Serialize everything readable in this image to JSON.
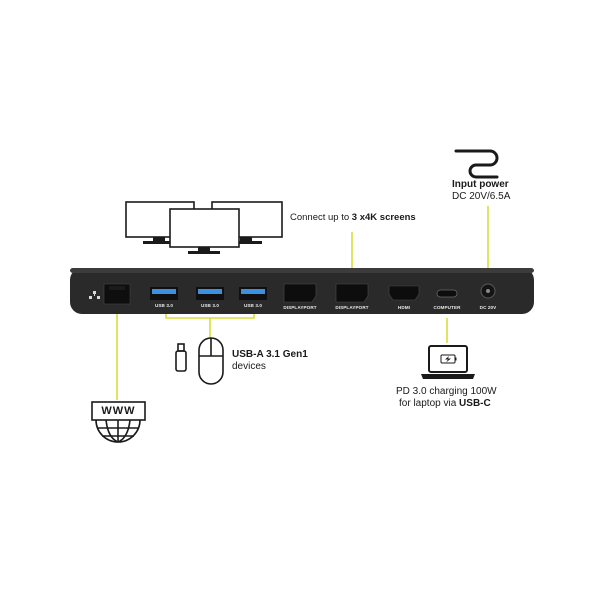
{
  "colors": {
    "accent": "#d9dd3a",
    "dock_body": "#2b2b2b",
    "usb_blue": "#3d8fe0",
    "port_black": "#0d0d0d"
  },
  "dock": {
    "ports": [
      {
        "name": "ethernet",
        "label": ""
      },
      {
        "name": "usb-a-1",
        "label": "USB 3.0"
      },
      {
        "name": "usb-a-2",
        "label": "USB 3.0"
      },
      {
        "name": "usb-a-3",
        "label": "USB 3.0"
      },
      {
        "name": "displayport-1",
        "label": "DISPLAYPORT"
      },
      {
        "name": "displayport-2",
        "label": "DISPLAYPORT"
      },
      {
        "name": "hdmi",
        "label": "HDMI"
      },
      {
        "name": "usb-c",
        "label": "COMPUTER"
      },
      {
        "name": "dc-in",
        "label": "DC 20V"
      }
    ]
  },
  "callouts": {
    "screens": {
      "prefix": "Connect up to ",
      "bold": "3 x4K screens"
    },
    "power": {
      "title": "Input power",
      "detail": "DC 20V/6.5A"
    },
    "usb": {
      "bold": "USB-A 3.1 Gen1",
      "detail": "devices"
    },
    "charging": {
      "line1": "PD 3.0 charging 100W",
      "line2_prefix": "for laptop via ",
      "line2_bold": "USB-C"
    },
    "internet": {
      "badge": "WWW"
    }
  },
  "icons": [
    "monitor-icon",
    "power-cable-icon",
    "usb-stick-icon",
    "mouse-icon",
    "laptop-icon",
    "charging-icon",
    "globe-icon",
    "ethernet-icon"
  ]
}
